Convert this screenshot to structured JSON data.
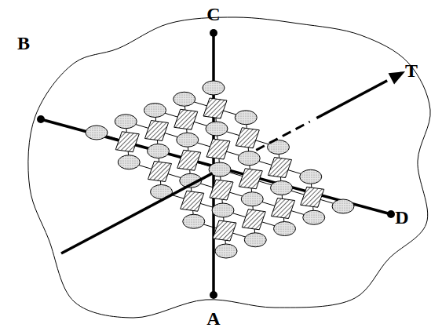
{
  "diagram": {
    "labels": [
      "C",
      "B",
      "T",
      "D",
      "A"
    ]
  }
}
